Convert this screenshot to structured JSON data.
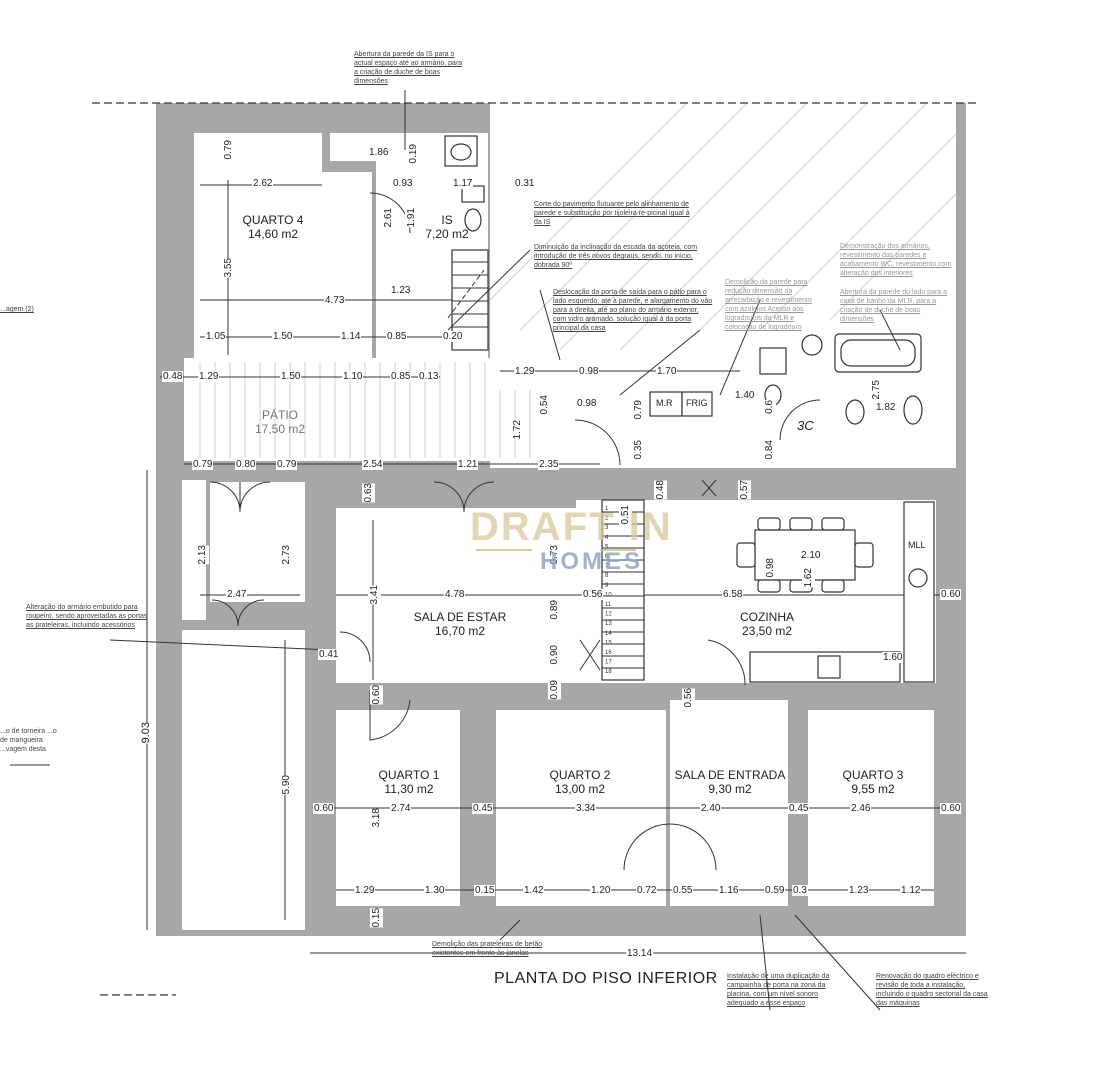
{
  "rooms": {
    "quarto4": {
      "name": "QUARTO 4",
      "area": "14,60 m2"
    },
    "is": {
      "name": "IS",
      "area": "7,20 m2"
    },
    "patio": {
      "name": "PÁTIO",
      "area": "17,50 m2"
    },
    "sala_estar": {
      "name": "SALA DE ESTAR",
      "area": "16,70 m2"
    },
    "cozinha": {
      "name": "COZINHA",
      "area": "23,50 m2"
    },
    "quarto1": {
      "name": "QUARTO 1",
      "area": "11,30 m2"
    },
    "quarto2": {
      "name": "QUARTO 2",
      "area": "13,00 m2"
    },
    "sala_entrada": {
      "name": "SALA DE ENTRADA",
      "area": "9,30 m2"
    },
    "quarto3": {
      "name": "QUARTO 3",
      "area": "9,55 m2"
    }
  },
  "appliances": {
    "mr": "M.R",
    "frig": "FRIG",
    "mll": "MLL",
    "wc": "3C"
  },
  "dims": {
    "d079a": "0.79",
    "d186": "1.86",
    "d019": "0.19",
    "d262": "2.62",
    "d093": "0.93",
    "d117": "1.17",
    "d031": "0.31",
    "d261": "2.61",
    "d191": "1.91",
    "d355": "3.55",
    "d123": "1.23",
    "d473": "4.73",
    "d105": "1.05",
    "d150a": "1.50",
    "d114": "1.14",
    "d085a": "0.85",
    "d020": "0.20",
    "d048a": "0.48",
    "d129a": "1.29",
    "d150b": "1.50",
    "d110": "1.10",
    "d085b": "0.85",
    "d013": "0.13",
    "d129b": "1.29",
    "d098a": "0.98",
    "d170": "1.70",
    "d054": "0.54",
    "d098b": "0.98",
    "d079b": "0.79",
    "d140": "1.40",
    "d06": "0.6",
    "d275": "2.75",
    "d182": "1.82",
    "d084": "0.84",
    "d172": "1.72",
    "d035": "0.35",
    "d079c": "0.79",
    "d080": "0.80",
    "d079d": "0.79",
    "d254": "2.54",
    "d121": "1.21",
    "d235": "2.35",
    "d063": "0.63",
    "d048b": "0.48",
    "d057": "0.57",
    "d213": "2.13",
    "d273": "2.73",
    "d247": "2.47",
    "d341": "3.41",
    "d478": "4.78",
    "d051": "0.51",
    "d073": "0.73",
    "d089": "0.89",
    "d090": "0.90",
    "d056": "0.56",
    "d658": "6.58",
    "d210": "2.10",
    "d098c": "0.98",
    "d162": "1.62",
    "d060a": "0.60",
    "d160": "1.60",
    "d041": "0.41",
    "d060b": "0.60",
    "d009": "0.09",
    "d065": "0.56",
    "d903": "9.03",
    "d590": "5.90",
    "d060c": "0.60",
    "d274": "2.74",
    "d045a": "0.45",
    "d334": "3.34",
    "d240": "2.40",
    "d045b": "0.45",
    "d246": "2.46",
    "d060d": "0.60",
    "d318": "3.18",
    "d129c": "1.29",
    "d130": "1.30",
    "d015": "0.15",
    "d142": "1.42",
    "d120": "1.20",
    "d072": "0.72",
    "d055": "0.55",
    "d116": "1.16",
    "d059": "0.59",
    "d03": "0.3",
    "d123b": "1.23",
    "d112": "1.12",
    "d1314": "13.14",
    "d015b": "0.15"
  },
  "notes": {
    "n1": "Abertura da parede da IS para o actual espaço até ao armário, para a criação de duche de boas dimensões",
    "n2": "Corte do pavimento flutuante pelo alinhamento de parede e substituição por tijoleira re-picinal igual à da IS",
    "n3": "Diminuição da inclinação da escada da açoteia, com introdução de três novos degraus, sendo, no início, dobrada 90º",
    "n4": "Deslocação da porta de saída para o pátio para o lado esquerdo, até à parede, e alargamento do vão para à direita, até ao plano do armário exterior, com vidro aramado, solução igual à da porta principal da casa",
    "n5": "Demolição da parede para redução dimensão da arrecadação e revestimento com azulejos Acesso aos logradouros da MLR e colocação de logradouro",
    "n6": "Demonstração dos armários, revestimento das paredes e acabamento WC, revestimento com alteração dos interiores",
    "n7": "Abertura da parede do lado para a casa de banho da MLR, para a criação de duche de boas dimensões",
    "n8": "...agem (2)",
    "n9": "Alteração do armário embutido para roupeiro, sendo aproveitadas as portas as prateleiras, incluindo acessórios",
    "n10": "...o de torneira ...o de mangueira ...vagem desta",
    "n11": "Demolição das prateleiras de betão existentes em frente às janelas",
    "n12": "Instalação de uma duplicação da campainha de porta na zona da placina, com um nível sonoro adequado a esse espaço",
    "n13": "Renovação do quadro eléctrico e revisão de toda a instalação, incluindo o quadro sectorial da casa das máquinas"
  },
  "title": "PLANTA DO PISO INFERIOR",
  "watermark": {
    "line1": "DRAFT IN",
    "line2": "HOMES"
  },
  "stairs": [
    "1",
    "2",
    "3",
    "4",
    "5",
    "6",
    "7",
    "8",
    "9",
    "10",
    "11",
    "12",
    "13",
    "14",
    "15",
    "16",
    "17",
    "18"
  ]
}
